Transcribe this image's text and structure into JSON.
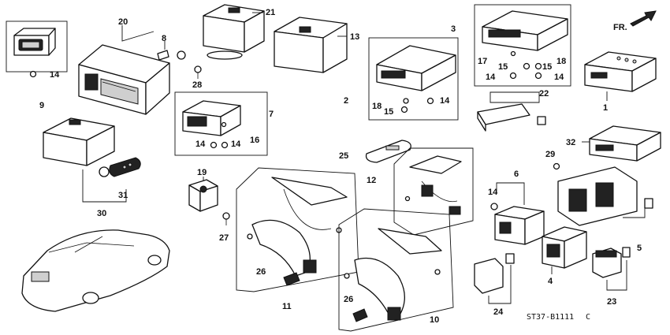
{
  "diagram_code": "ST37-B1111",
  "diagram_code_suffix": "C",
  "direction_label": "FR.",
  "callouts": [
    "1",
    "2",
    "3",
    "4",
    "5",
    "6",
    "7",
    "8",
    "9",
    "10",
    "11",
    "12",
    "13",
    "14",
    "14",
    "14",
    "14",
    "14",
    "14",
    "14",
    "14",
    "15",
    "15",
    "15",
    "16",
    "17",
    "18",
    "18",
    "19",
    "20",
    "21",
    "22",
    "23",
    "24",
    "25",
    "26",
    "26",
    "27",
    "28",
    "29",
    "30",
    "31",
    "32"
  ]
}
